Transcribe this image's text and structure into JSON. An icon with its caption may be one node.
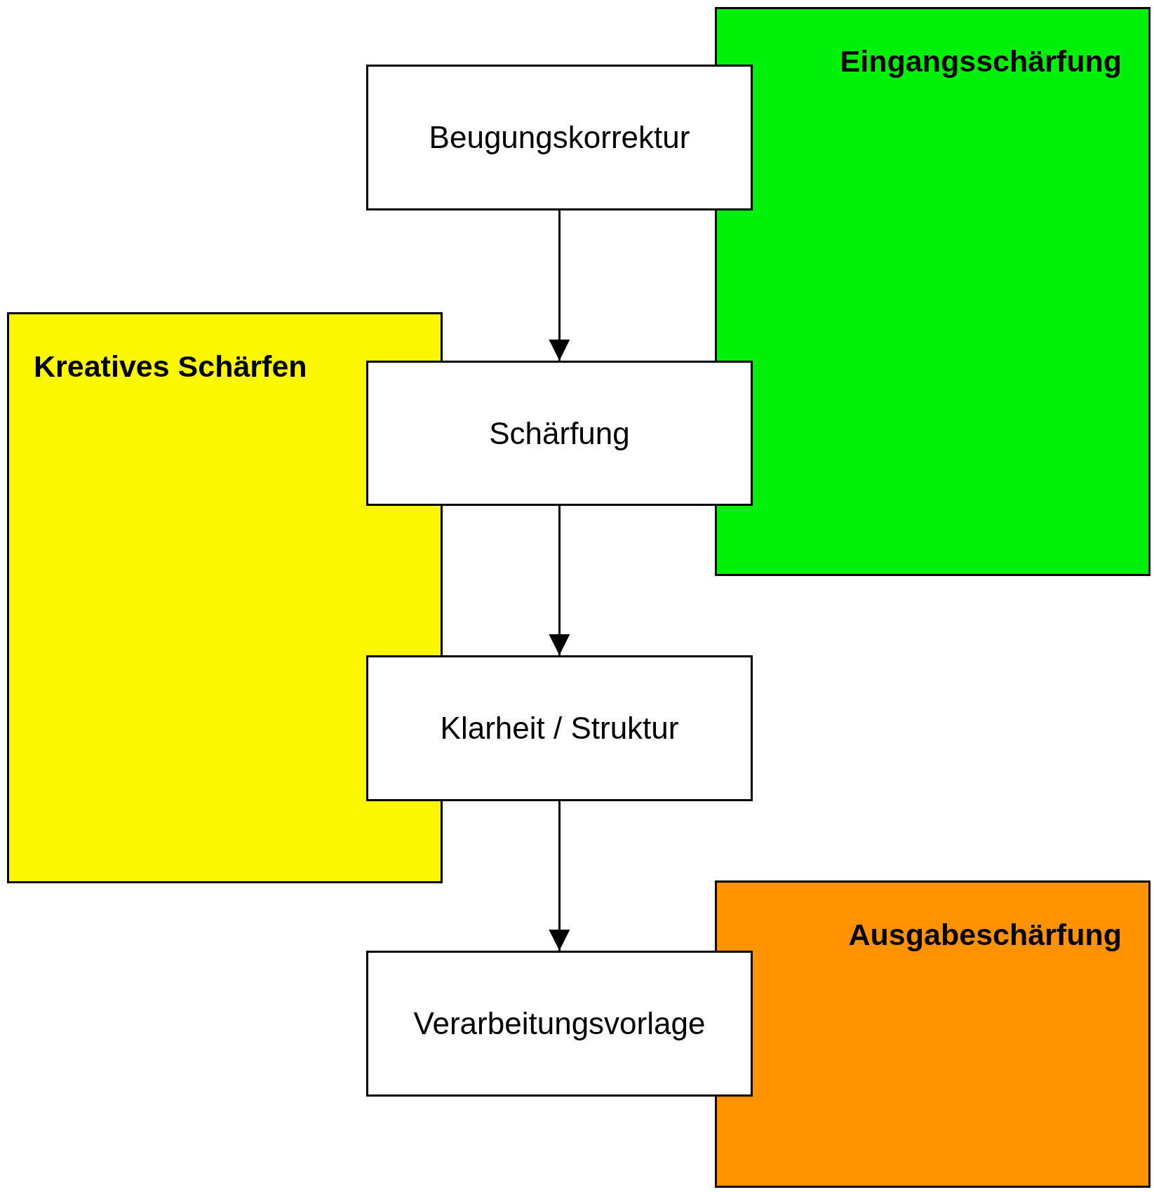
{
  "diagram": {
    "nodes": [
      {
        "text": [
          "Eingangsschärfung"
        ]
      },
      {
        "text": [
          "Beugungskorrektur"
        ]
      },
      {
        "text": [
          "Kreatives Schärfen"
        ]
      },
      {
        "text": [
          "Schärfung"
        ]
      },
      {
        "text": [
          "Klarheit / Struktur"
        ]
      },
      {
        "text": [
          "Ausgabeschärfung"
        ]
      },
      {
        "text": [
          "Verarbeitungsvorlage"
        ]
      }
    ],
    "edges": [
      {
        "from": 1,
        "to": 3,
        "arrow": "to"
      },
      {
        "from": 3,
        "to": 4,
        "arrow": "to"
      },
      {
        "from": 4,
        "to": 6,
        "arrow": "to"
      }
    ]
  }
}
